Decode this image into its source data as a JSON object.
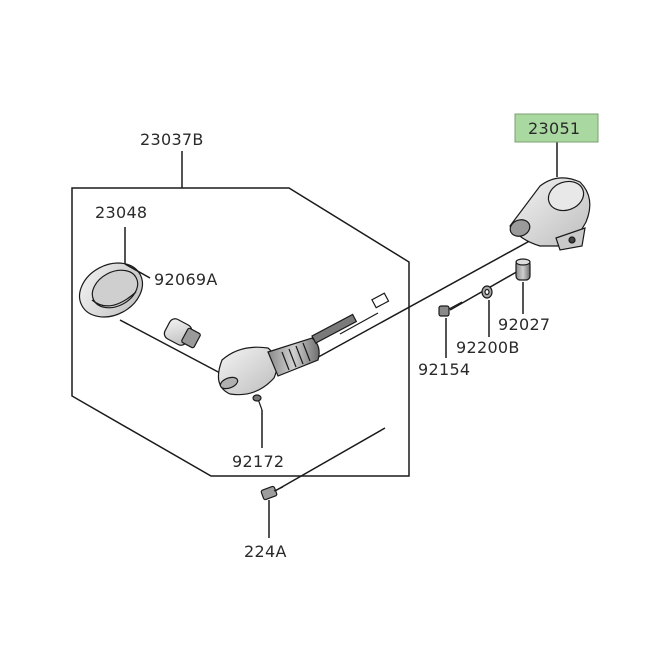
{
  "diagram": {
    "part_labels": {
      "assembly": "23037B",
      "lens": "23048",
      "bulb": "92069A",
      "screw_lens": "92172",
      "bolt": "224A",
      "bracket": "23051",
      "collar": "92027",
      "washer": "92200B",
      "bolt_bracket": "92154"
    },
    "highlighted_part": "23051",
    "colors": {
      "highlight": "#a9d8a0",
      "line": "#1a1a1a",
      "part_fill": "#e6e6e6",
      "text": "#2a2a2a"
    }
  }
}
